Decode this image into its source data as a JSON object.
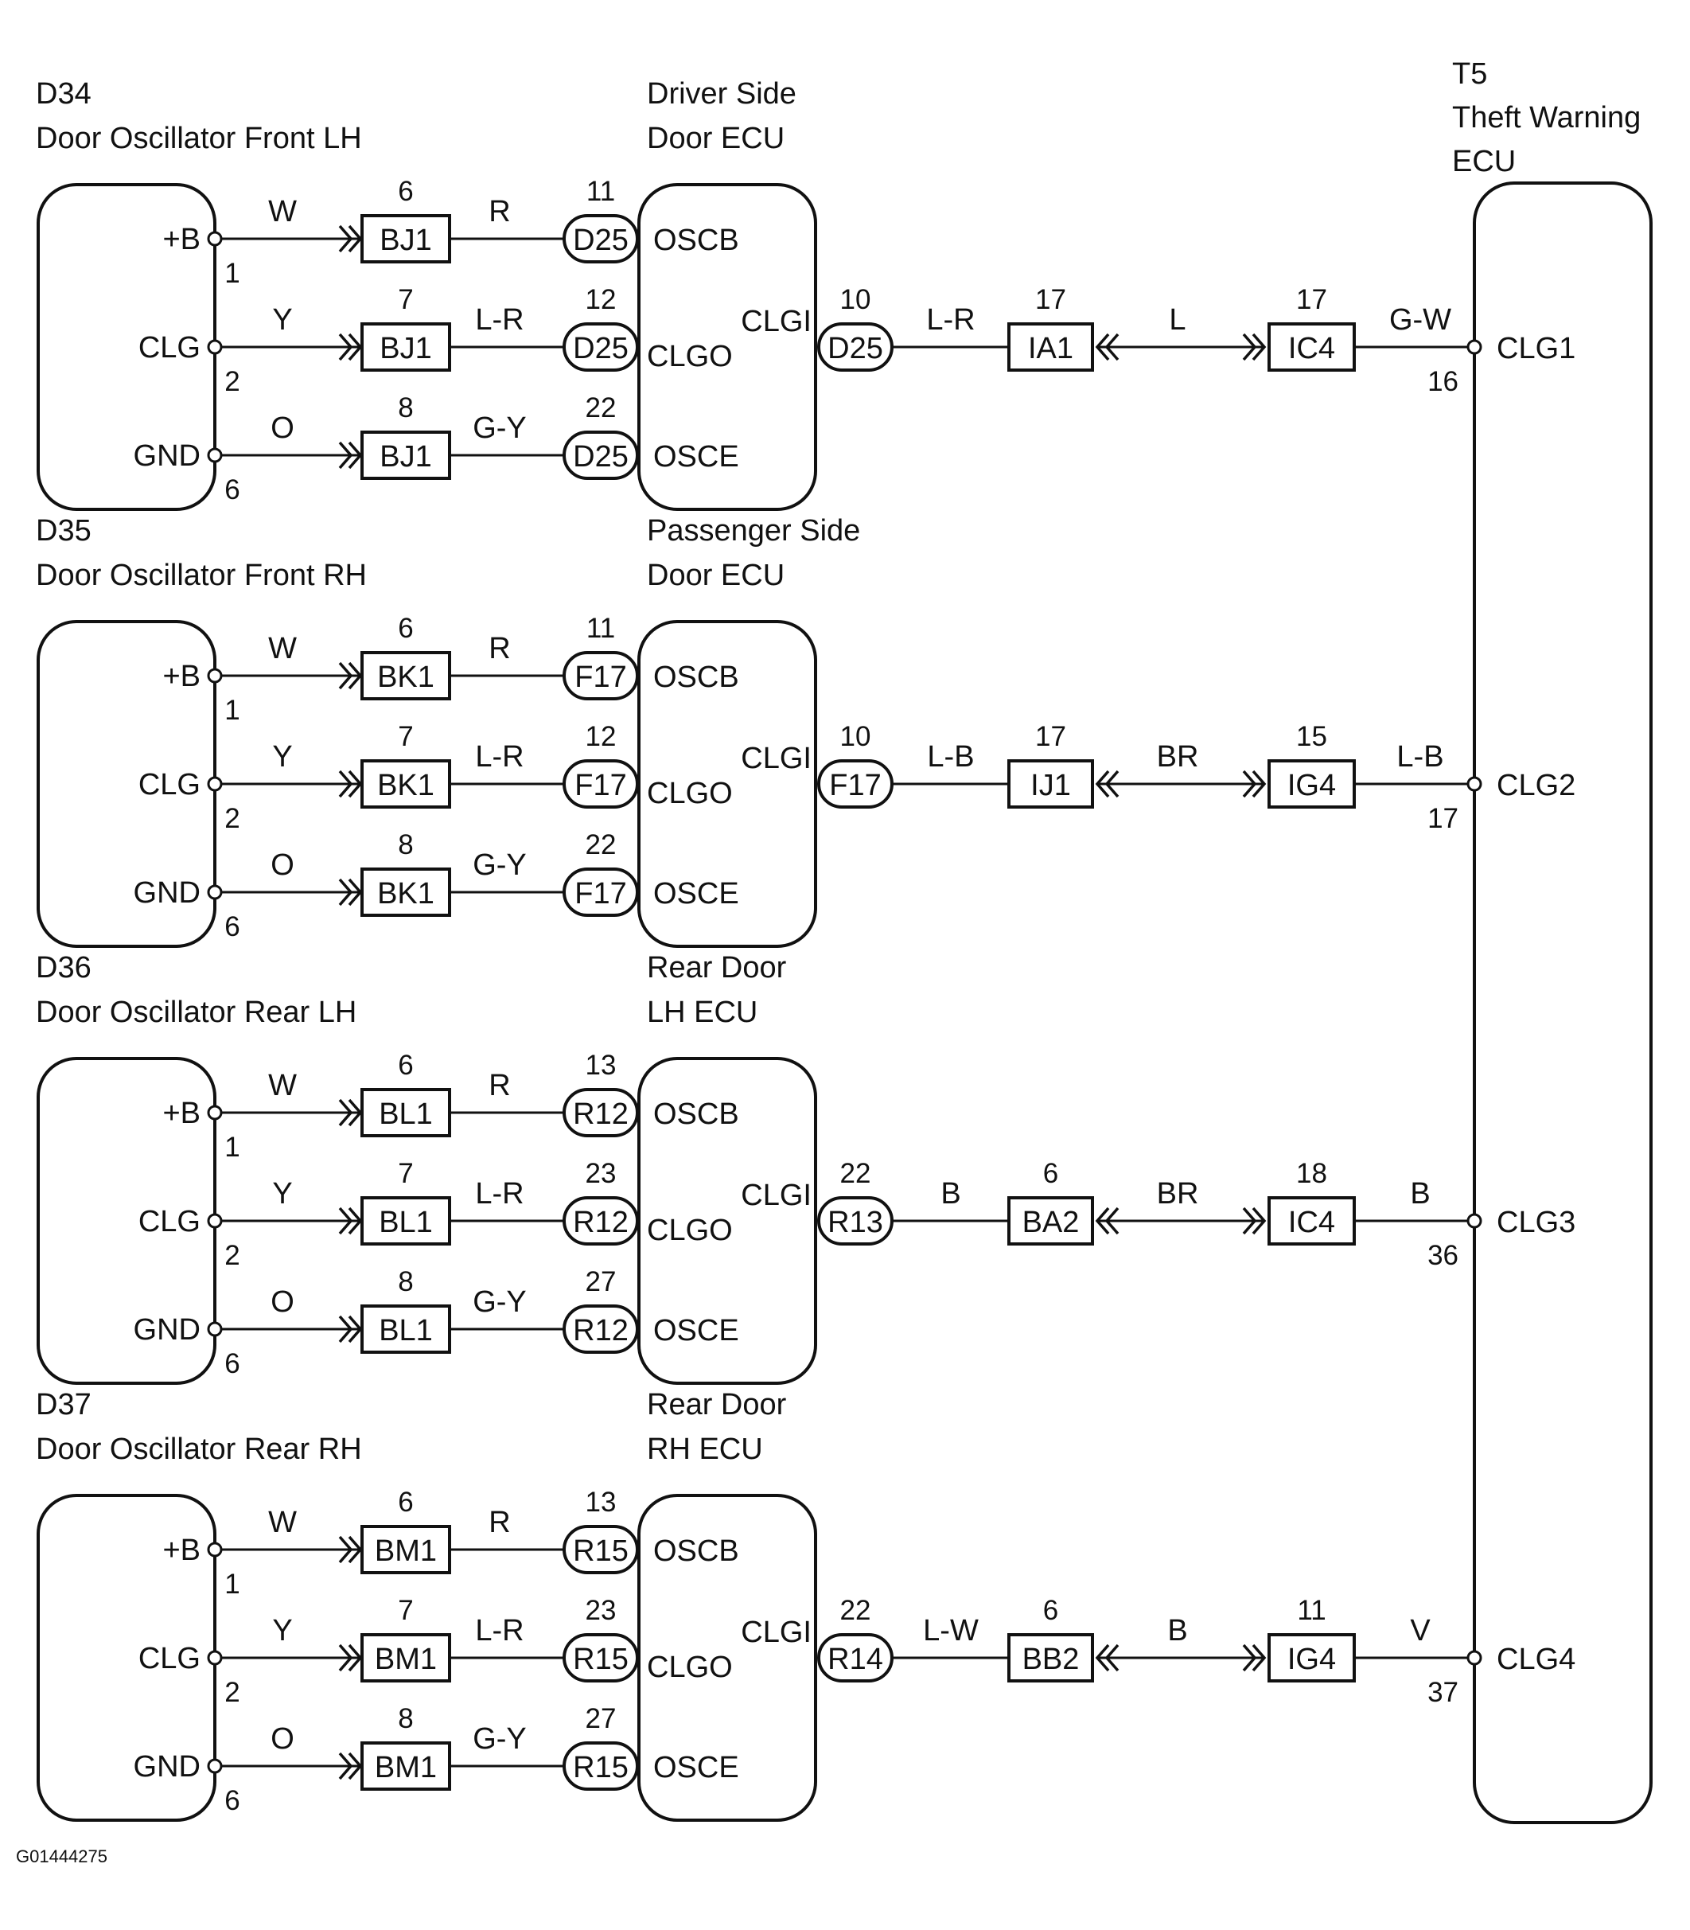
{
  "figure_id": "G01444275",
  "ecu": {
    "code": "T5",
    "name_line1": "Theft Warning",
    "name_line2": "ECU"
  },
  "rows": [
    {
      "osc_code": "D34",
      "osc_name": "Door Oscillator Front LH",
      "ecu_line1": "Driver Side",
      "ecu_line2": "Door ECU",
      "osc_pins": [
        "1",
        "2",
        "6"
      ],
      "osc_terms": [
        "+B",
        "CLG",
        "GND"
      ],
      "wire_in": [
        "W",
        "Y",
        "O"
      ],
      "jconn": "BJ1",
      "jpins": [
        "6",
        "7",
        "8"
      ],
      "wire_mid": [
        "R",
        "L-R",
        "G-Y"
      ],
      "ecu_conn": "D25",
      "ecu_pins": [
        "11",
        "12",
        "22"
      ],
      "ecu_terms": [
        "OSCB",
        "CLGO",
        "OSCE"
      ],
      "clgi_label": "CLGI",
      "out_conn": "D25",
      "out_pin": "10",
      "out_wire": "L-R",
      "inline1": "IA1",
      "inline1_pin": "17",
      "mid_wire": "L",
      "inline2": "IC4",
      "inline2_pin": "17",
      "end_wire": "G-W",
      "t5_pin": "16",
      "t5_term": "CLG1"
    },
    {
      "osc_code": "D35",
      "osc_name": "Door Oscillator Front RH",
      "ecu_line1": "Passenger Side",
      "ecu_line2": "Door ECU",
      "osc_pins": [
        "1",
        "2",
        "6"
      ],
      "osc_terms": [
        "+B",
        "CLG",
        "GND"
      ],
      "wire_in": [
        "W",
        "Y",
        "O"
      ],
      "jconn": "BK1",
      "jpins": [
        "6",
        "7",
        "8"
      ],
      "wire_mid": [
        "R",
        "L-R",
        "G-Y"
      ],
      "ecu_conn": "F17",
      "ecu_pins": [
        "11",
        "12",
        "22"
      ],
      "ecu_terms": [
        "OSCB",
        "CLGO",
        "OSCE"
      ],
      "clgi_label": "CLGI",
      "out_conn": "F17",
      "out_pin": "10",
      "out_wire": "L-B",
      "inline1": "IJ1",
      "inline1_pin": "17",
      "mid_wire": "BR",
      "inline2": "IG4",
      "inline2_pin": "15",
      "end_wire": "L-B",
      "t5_pin": "17",
      "t5_term": "CLG2"
    },
    {
      "osc_code": "D36",
      "osc_name": "Door Oscillator Rear LH",
      "ecu_line1": "Rear  Door",
      "ecu_line2": "LH ECU",
      "osc_pins": [
        "1",
        "2",
        "6"
      ],
      "osc_terms": [
        "+B",
        "CLG",
        "GND"
      ],
      "wire_in": [
        "W",
        "Y",
        "O"
      ],
      "jconn": "BL1",
      "jpins": [
        "6",
        "7",
        "8"
      ],
      "wire_mid": [
        "R",
        "L-R",
        "G-Y"
      ],
      "ecu_conn": "R12",
      "ecu_pins": [
        "13",
        "23",
        "27"
      ],
      "ecu_terms": [
        "OSCB",
        "CLGO",
        "OSCE"
      ],
      "clgi_label": "CLGI",
      "out_conn": "R13",
      "out_pin": "22",
      "out_wire": "B",
      "inline1": "BA2",
      "inline1_pin": "6",
      "mid_wire": "BR",
      "inline2": "IC4",
      "inline2_pin": "18",
      "end_wire": "B",
      "t5_pin": "36",
      "t5_term": "CLG3"
    },
    {
      "osc_code": "D37",
      "osc_name": "Door Oscillator Rear RH",
      "ecu_line1": "Rear  Door",
      "ecu_line2": "RH ECU",
      "osc_pins": [
        "1",
        "2",
        "6"
      ],
      "osc_terms": [
        "+B",
        "CLG",
        "GND"
      ],
      "wire_in": [
        "W",
        "Y",
        "O"
      ],
      "jconn": "BM1",
      "jpins": [
        "6",
        "7",
        "8"
      ],
      "wire_mid": [
        "R",
        "L-R",
        "G-Y"
      ],
      "ecu_conn": "R15",
      "ecu_pins": [
        "13",
        "23",
        "27"
      ],
      "ecu_terms": [
        "OSCB",
        "CLGO",
        "OSCE"
      ],
      "clgi_label": "CLGI",
      "out_conn": "R14",
      "out_pin": "22",
      "out_wire": "L-W",
      "inline1": "BB2",
      "inline1_pin": "6",
      "mid_wire": "B",
      "inline2": "IG4",
      "inline2_pin": "11",
      "end_wire": "V",
      "t5_pin": "37",
      "t5_term": "CLG4"
    }
  ]
}
